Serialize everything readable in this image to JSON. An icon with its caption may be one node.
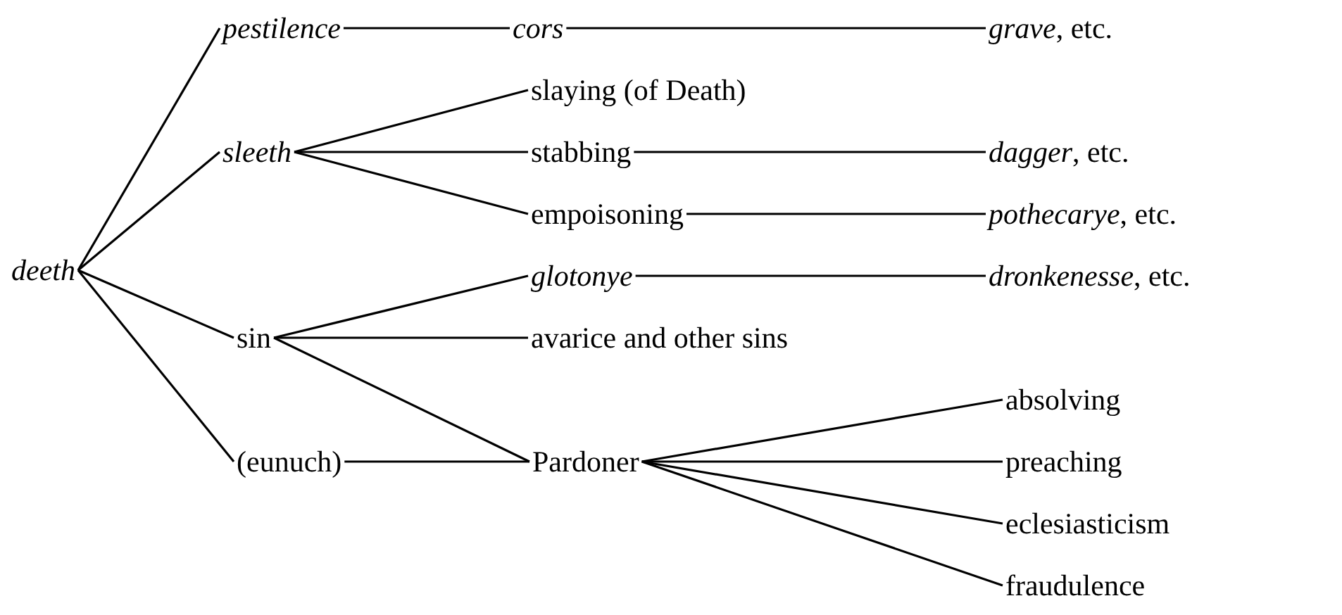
{
  "diagram": {
    "nodes": [
      {
        "text": [
          "*deeth*"
        ]
      },
      {
        "text": [
          "*pestilence*"
        ]
      },
      {
        "text": [
          "*cors*"
        ]
      },
      {
        "text": [
          "*grave*, etc."
        ]
      },
      {
        "text": [
          "*sleeth*"
        ]
      },
      {
        "text": [
          "slaying (of Death)"
        ]
      },
      {
        "text": [
          "stabbing"
        ]
      },
      {
        "text": [
          "*dagger*, etc."
        ]
      },
      {
        "text": [
          "empoisoning"
        ]
      },
      {
        "text": [
          "*pothecarye*, etc."
        ]
      },
      {
        "text": [
          "sin"
        ]
      },
      {
        "text": [
          "*glotonye*"
        ]
      },
      {
        "text": [
          "*dronkenesse*, etc."
        ]
      },
      {
        "text": [
          "avarice and other sins"
        ]
      },
      {
        "text": [
          "(eunuch)"
        ]
      },
      {
        "text": [
          "Pardoner"
        ]
      },
      {
        "text": [
          "absolving"
        ]
      },
      {
        "text": [
          "preaching"
        ]
      },
      {
        "text": [
          "eclesiasticism"
        ]
      },
      {
        "text": [
          "fraudulence"
        ]
      }
    ],
    "edges": [
      {
        "from": 0,
        "to": 1,
        "arrow": "none"
      },
      {
        "from": 0,
        "to": 4,
        "arrow": "none"
      },
      {
        "from": 0,
        "to": 10,
        "arrow": "none"
      },
      {
        "from": 0,
        "to": 14,
        "arrow": "none"
      },
      {
        "from": 1,
        "to": 2,
        "arrow": "none"
      },
      {
        "from": 2,
        "to": 3,
        "arrow": "none"
      },
      {
        "from": 4,
        "to": 5,
        "arrow": "none"
      },
      {
        "from": 4,
        "to": 6,
        "arrow": "none"
      },
      {
        "from": 4,
        "to": 8,
        "arrow": "none"
      },
      {
        "from": 6,
        "to": 7,
        "arrow": "none"
      },
      {
        "from": 8,
        "to": 9,
        "arrow": "none"
      },
      {
        "from": 10,
        "to": 11,
        "arrow": "none"
      },
      {
        "from": 10,
        "to": 13,
        "arrow": "none"
      },
      {
        "from": 10,
        "to": 15,
        "arrow": "none"
      },
      {
        "from": 11,
        "to": 12,
        "arrow": "none"
      },
      {
        "from": 14,
        "to": 15,
        "arrow": "none"
      },
      {
        "from": 15,
        "to": 16,
        "arrow": "none"
      },
      {
        "from": 15,
        "to": 17,
        "arrow": "none"
      },
      {
        "from": 15,
        "to": 18,
        "arrow": "none"
      },
      {
        "from": 15,
        "to": 19,
        "arrow": "none"
      }
    ]
  }
}
